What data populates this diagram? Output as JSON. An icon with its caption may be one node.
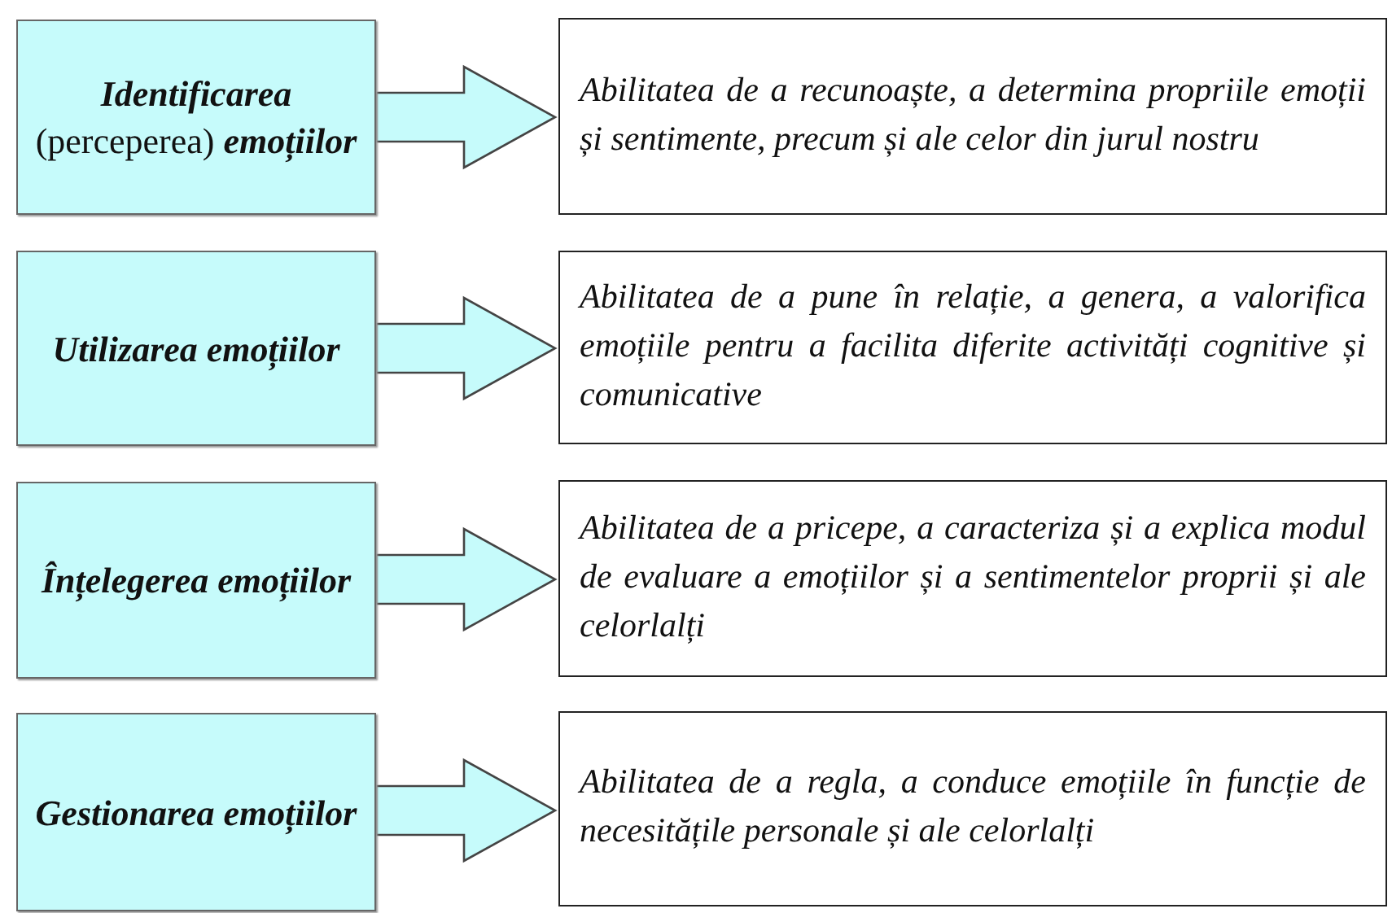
{
  "diagram": {
    "nodes": [
      {
        "text": [
          "**Identificarea** (perceperea) **emoțiilor**"
        ]
      },
      {
        "text": [
          "Abilitatea de a recunoaște, a determina propriile emoții și sentimente, precum și ale celor din jurul nostru"
        ]
      },
      {
        "text": [
          "Utilizarea emoțiilor"
        ]
      },
      {
        "text": [
          "Abilitatea de a pune în relație, a genera, a valorifica emoțiile pentru a facilita diferite activități cognitive și comunicative"
        ]
      },
      {
        "text": [
          "Înțelegerea emoțiilor"
        ]
      },
      {
        "text": [
          "Abilitatea de a pricepe, a caracteriza și a explica modul de evaluare a emoțiilor și a sentimentelor proprii și ale celorlalți"
        ]
      },
      {
        "text": [
          "Gestionarea emoțiilor"
        ]
      },
      {
        "text": [
          "Abilitatea de a regla, a conduce emoțiile în funcție de necesitățile personale și ale celorlalți"
        ]
      }
    ],
    "edges": [
      {
        "from": 0,
        "to": 1,
        "arrow": "to"
      },
      {
        "from": 2,
        "to": 3,
        "arrow": "to"
      },
      {
        "from": 4,
        "to": 5,
        "arrow": "to"
      },
      {
        "from": 6,
        "to": 7,
        "arrow": "to"
      }
    ]
  }
}
